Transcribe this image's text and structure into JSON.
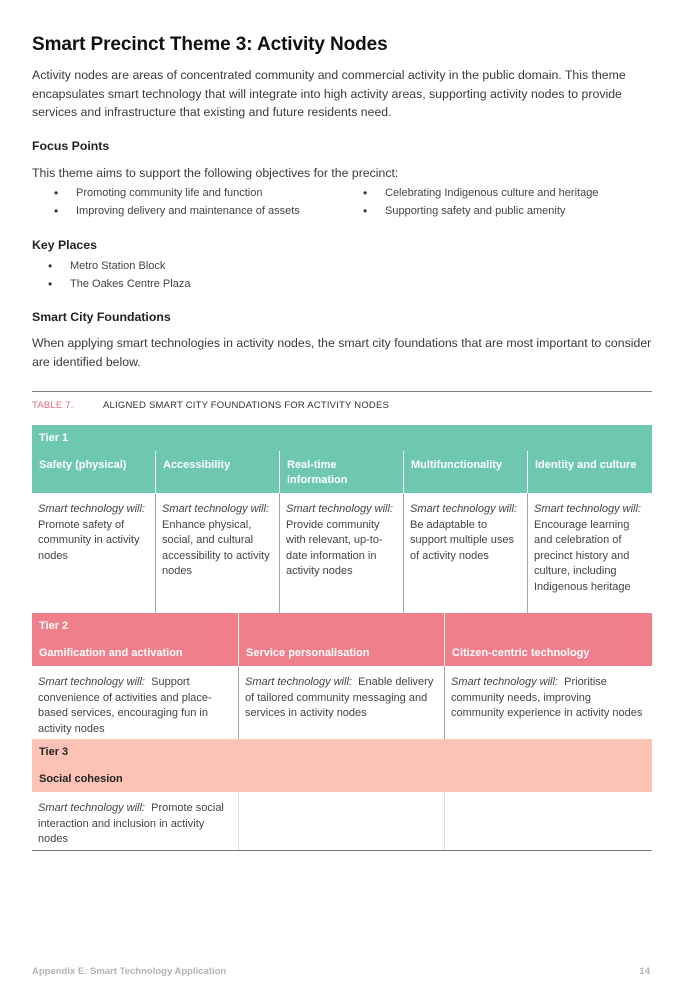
{
  "title": "Smart Precinct Theme 3: Activity Nodes",
  "intro": "Activity nodes are areas of concentrated community and commercial activity in the public domain.  This theme encapsulates smart technology that will integrate into high activity areas, supporting activity nodes to provide services and infrastructure that existing and future residents need.",
  "focus": {
    "heading": "Focus Points",
    "lead": "This theme aims to support the following objectives for the precinct:",
    "col1": [
      "Promoting community life and function",
      "Improving delivery and maintenance of assets"
    ],
    "col2": [
      "Celebrating Indigenous culture and heritage",
      "Supporting safety and public amenity"
    ]
  },
  "key_places": {
    "heading": "Key Places",
    "items": [
      "Metro Station Block",
      "The Oakes Centre Plaza"
    ]
  },
  "foundations": {
    "heading": "Smart City Foundations",
    "text": "When applying smart technologies in activity nodes, the smart city foundations that are most important to consider are identified below."
  },
  "table": {
    "caption_num": "TABLE 7.",
    "caption": "ALIGNED SMART CITY FOUNDATIONS FOR ACTIVITY NODES",
    "lead": "Smart technology will:",
    "tier1": {
      "label": "Tier 1",
      "columns": [
        {
          "header": "Safety (physical)",
          "body": "Promote safety of community in activity nodes"
        },
        {
          "header": "Accessibility",
          "body": "Enhance physical, social, and cultural accessibility to activity nodes"
        },
        {
          "header": "Real-time information",
          "body": "Provide community with relevant, up-to-date information in activity nodes"
        },
        {
          "header": "Multifunctionality",
          "body": "Be adaptable to support multiple uses of activity nodes"
        },
        {
          "header": "Identity and culture",
          "body": "Encourage learning and celebration of precinct history and culture, including Indigenous heritage"
        }
      ]
    },
    "tier2": {
      "label": "Tier 2",
      "columns": [
        {
          "header": "Gamification and activation",
          "body": "Support convenience of activities and place-based services, encouraging fun in activity nodes"
        },
        {
          "header": "Service personalisation",
          "body": "Enable delivery of tailored community messaging and services in activity nodes"
        },
        {
          "header": "Citizen-centric technology",
          "body": "Prioritise community needs, improving community experience in activity nodes"
        }
      ]
    },
    "tier3": {
      "label": "Tier 3",
      "columns": [
        {
          "header": "Social cohesion",
          "body": "Promote social interaction and inclusion in activity nodes"
        }
      ]
    }
  },
  "colors": {
    "tier1": "#6ec8b0",
    "tier2": "#f07f8c",
    "tier3": "#fcc2b6",
    "caption_accent": "#e36b7b"
  },
  "footer": {
    "left": "Appendix E: Smart Technology Application",
    "page": "14"
  }
}
